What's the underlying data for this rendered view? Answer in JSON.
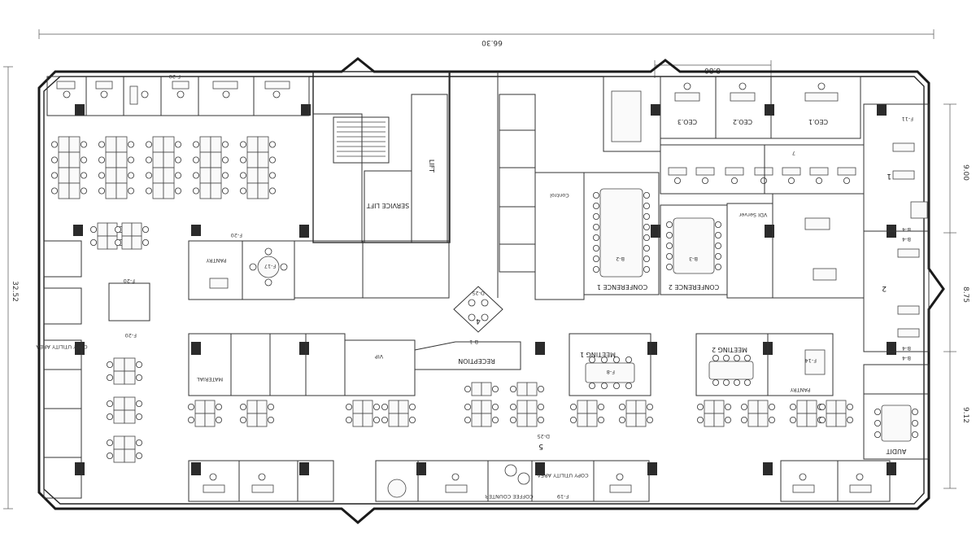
{
  "dimensions": {
    "overall_width": "66.30",
    "overall_depth": "32.52",
    "segment_top": "8.80",
    "right_1": "9.00",
    "right_2": "8.75",
    "right_3": "9.12"
  },
  "rooms": {
    "lift": "LIFT",
    "service_lift": "SERVICE LIFT",
    "pantry_center": "PANTRY",
    "pantry_right": "PANTRY",
    "material": "MATERIAL",
    "vip": "VIP",
    "reception": "RECEPTION",
    "meeting_1": "MEETING 1",
    "meeting_2": "MEETING 2",
    "conference_1": "CONFERENCE 1",
    "conference_2": "CONFERENCE 2",
    "ceo_1": "CEO.1",
    "ceo_2": "CEO.2",
    "ceo_3": "CEO.3",
    "audit": "AUDIT",
    "copy_utility_left": "COPY\nUTILITY AREA",
    "copy_utility_bottom": "COPY\nUTILITY AREA",
    "coffee_counter": "COFFEE COUNTER",
    "vdi_server": "VDI Server",
    "control": "Control"
  },
  "tags": {
    "f20_a": "F-20",
    "f20_b": "F-20",
    "f20_c": "F-20",
    "f20_d": "F-20",
    "f17": "F-17",
    "f19": "F-19",
    "f14": "F-14",
    "f8": "F-8",
    "f11": "F-11",
    "b3": "B-3",
    "b2": "B-2",
    "b1": "B-1",
    "b4a": "B-4",
    "b4b": "B-4",
    "b4c": "B-4",
    "b4d": "B-4",
    "d25_a": "D-25",
    "d25_b": "D-25",
    "zone_1": "1",
    "zone_2": "2",
    "zone_4": "4",
    "zone_5": "5",
    "zone_7": "7"
  }
}
